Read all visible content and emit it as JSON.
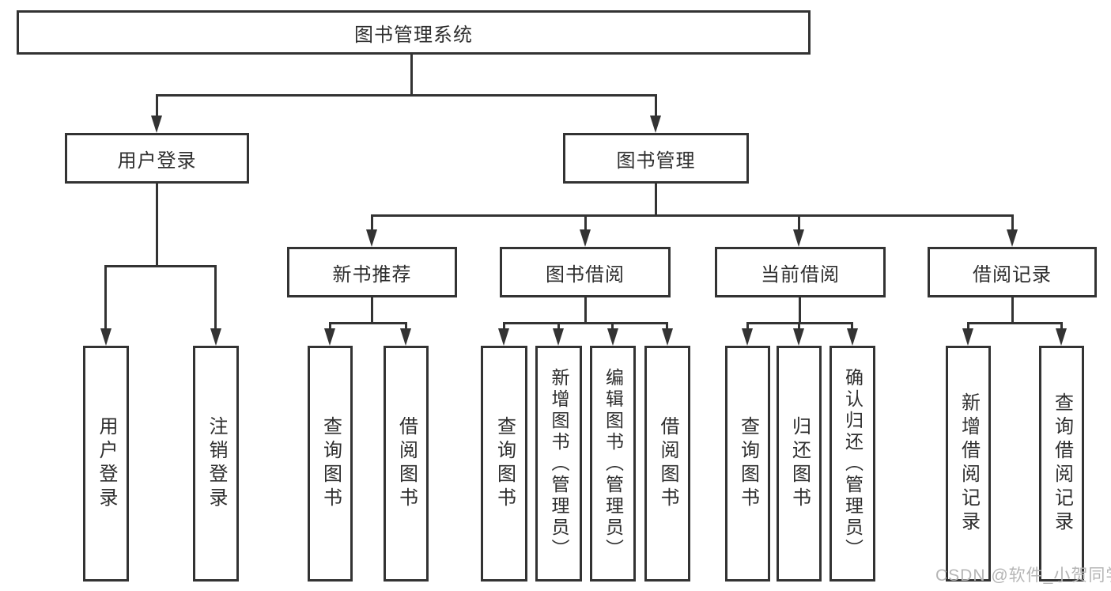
{
  "diagram": {
    "root": {
      "label": "图书管理系统"
    },
    "level2": [
      {
        "label": "用户登录"
      },
      {
        "label": "图书管理"
      }
    ],
    "level3": [
      {
        "label": "新书推荐"
      },
      {
        "label": "图书借阅"
      },
      {
        "label": "当前借阅"
      },
      {
        "label": "借阅记录"
      }
    ],
    "leaves": {
      "user_login": [
        {
          "label": "用户登录"
        },
        {
          "label": "注销登录"
        }
      ],
      "new_book": [
        {
          "label": "查询图书"
        },
        {
          "label": "借阅图书"
        }
      ],
      "borrow": [
        {
          "label": "查询图书"
        },
        {
          "label": "新增图书（管理员）"
        },
        {
          "label": "编辑图书（管理员）"
        },
        {
          "label": "借阅图书"
        }
      ],
      "current": [
        {
          "label": "查询图书"
        },
        {
          "label": "归还图书"
        },
        {
          "label": "确认归还（管理员）"
        }
      ],
      "records": [
        {
          "label": "新增借阅记录"
        },
        {
          "label": "查询借阅记录"
        }
      ]
    },
    "watermark": "CSDN @软件_小贺同学",
    "colors": {
      "line": "#333333",
      "text": "#2e2e2e",
      "watermark": "#b5b5b5",
      "background": "#ffffff"
    }
  }
}
